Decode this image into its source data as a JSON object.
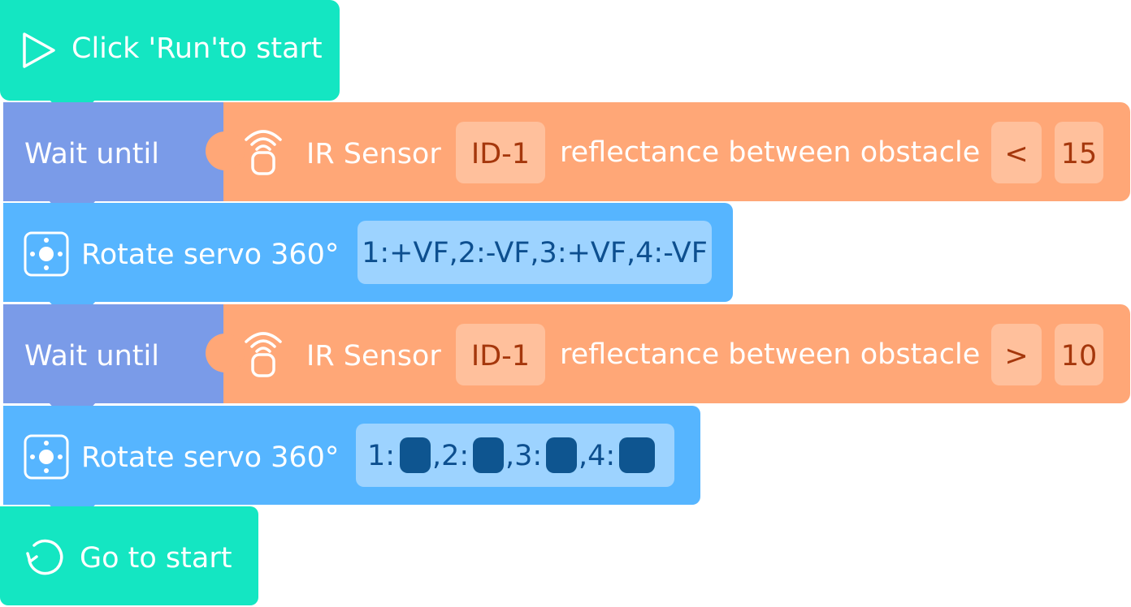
{
  "colors": {
    "start": "#14e6c2",
    "wait": "#7a9be8",
    "sensor": "#ffa777",
    "sensor_slot": "#ffc09c",
    "sensor_slot_text": "#a5370c",
    "servo": "#56b5ff",
    "servo_slot": "#9dd3ff",
    "servo_slot_text": "#0d4f8f",
    "servo_dot": "#0e5590",
    "restart": "#14e6c2"
  },
  "start_block": {
    "icon": "play-icon",
    "label": "Click 'Run'to start"
  },
  "wait_blocks": [
    {
      "label": "Wait  until",
      "sensor_icon": "ir-sensor-icon",
      "sensor_label": "IR Sensor",
      "sensor_id": "ID-1",
      "property": "reflectance between obstacle",
      "operator": "<",
      "value": "15"
    },
    {
      "label": "Wait  until",
      "sensor_icon": "ir-sensor-icon",
      "sensor_label": "IR Sensor",
      "sensor_id": "ID-1",
      "property": "reflectance between obstacle",
      "operator": ">",
      "value": "10"
    }
  ],
  "servo_blocks": [
    {
      "icon": "servo-icon",
      "label": "Rotate servo 360°",
      "value": "1:+VF,2:-VF,3:+VF,4:-VF"
    },
    {
      "icon": "servo-icon",
      "label": "Rotate servo 360°",
      "ports": [
        "1:",
        ",2:",
        ",3:",
        ",4:"
      ]
    }
  ],
  "restart_block": {
    "icon": "restart-icon",
    "label": "Go to start"
  }
}
